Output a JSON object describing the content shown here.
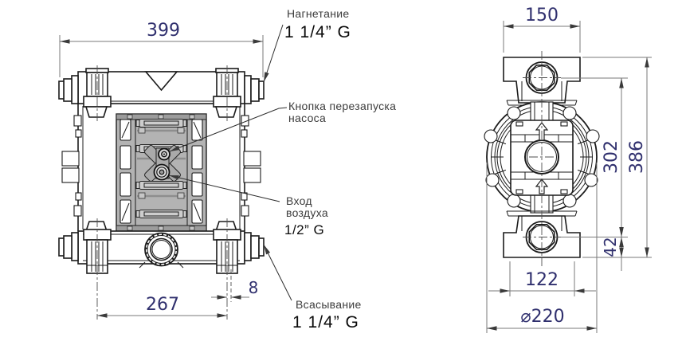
{
  "front_view": {
    "dim_width_top": "399",
    "dim_width_bottom": "267",
    "dim_clamp_offset": "8",
    "discharge_label": "Нагнетание",
    "discharge_size": "1 1/4” G",
    "restart_label_line1": "Кнопка перезапуска",
    "restart_label_line2": "насоса",
    "air_inlet_label_line1": "Вход",
    "air_inlet_label_line2": "воздуха",
    "air_inlet_size": "1/2” G",
    "suction_label": "Всасывание",
    "suction_size": "1 1/4” G"
  },
  "side_view": {
    "dim_flange_width": "150",
    "dim_port_spacing": "302",
    "dim_total_height": "386",
    "dim_foot_offset": "42",
    "dim_foot_width": "122",
    "dim_body_diameter": "⌀220"
  },
  "colors": {
    "background": "#ffffff",
    "line": "#1b1b1b",
    "dimension_text": "#30306e",
    "dimension_line": "#7a7a7a",
    "label_text": "#3c3c3c",
    "panel_gray": "#b3b3b3"
  }
}
